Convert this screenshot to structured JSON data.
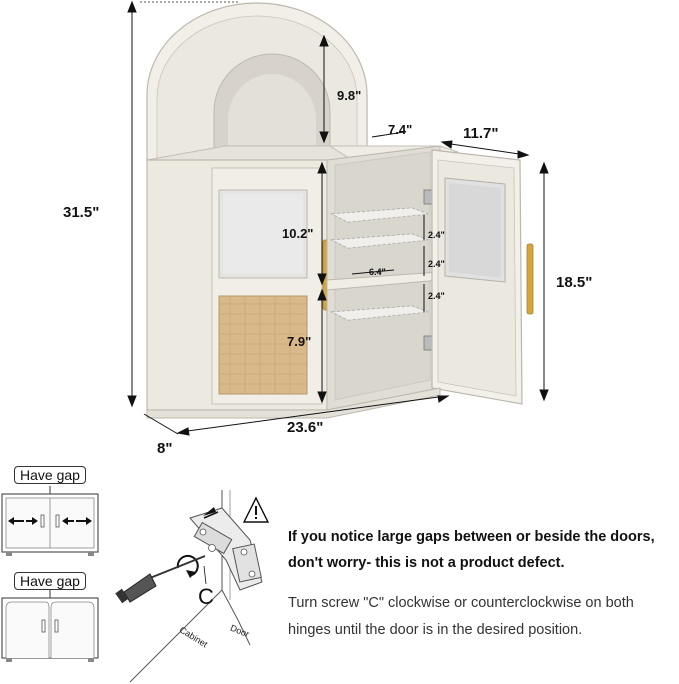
{
  "dimensions": {
    "height_total": "31.5\"",
    "arch_height": "9.8\"",
    "arch_depth": "7.4\"",
    "top_depth": "11.7\"",
    "upper_opening": "10.2\"",
    "lower_opening": "7.9\"",
    "door_height": "18.5\"",
    "shelf_gap_1": "2.4\"",
    "shelf_gap_2": "2.4\"",
    "shelf_gap_3": "2.4\"",
    "shelf_depth": "6.4\"",
    "width": "23.6\"",
    "depth": "8\""
  },
  "gap_examples": {
    "label_top": "Have gap",
    "label_bottom": "Have gap"
  },
  "hinge_diagram": {
    "screw_label": "C",
    "cabinet_label": "Cabinet",
    "door_label": "Door",
    "warning_icon": "warning-triangle-icon"
  },
  "notes": {
    "bold": "If you notice large gaps between or beside the doors, don't worry- this is not a product defect.",
    "normal": "Turn screw \"C\" clockwise or counterclockwise on both hinges until the door is in the desired position."
  },
  "colors": {
    "cabinet": "#ece9e1",
    "cabinet_shade": "#d9d5cc",
    "rattan": "#d9b88a",
    "gold": "#d4a640",
    "glass": "#e8e8e8"
  }
}
